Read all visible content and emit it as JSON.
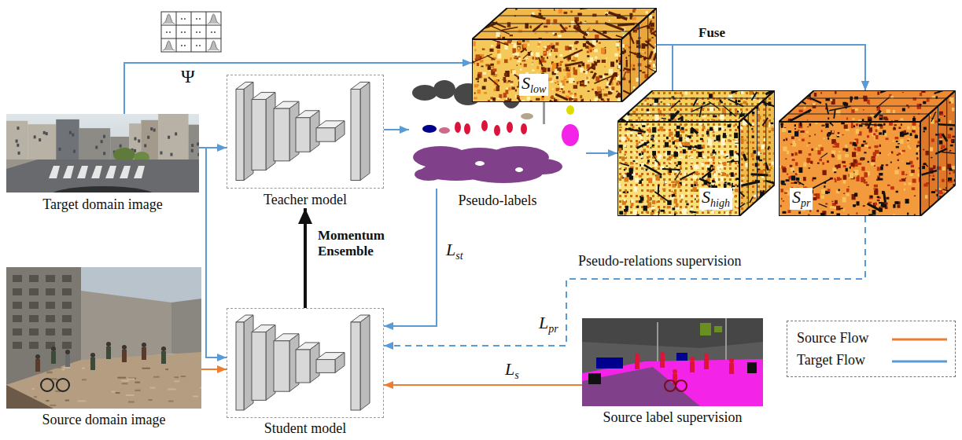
{
  "diagram": {
    "nodes": [
      {
        "text": [
          "Target domain image"
        ]
      },
      {
        "text": [
          "Teacher model"
        ]
      },
      {
        "text": [
          "Pseudo-labels"
        ]
      },
      {
        "text": [
          "Slow"
        ]
      },
      {
        "text": [
          "Shigh"
        ]
      },
      {
        "text": [
          "Spr"
        ]
      },
      {
        "text": [
          "Source domain image"
        ]
      },
      {
        "text": [
          "Student model"
        ]
      },
      {
        "text": [
          "Source label supervision"
        ]
      }
    ],
    "edges": [
      {
        "from": 0,
        "to": 1,
        "arrow": "to"
      },
      {
        "from": 0,
        "to": 7,
        "arrow": "to"
      },
      {
        "from": 6,
        "to": 7,
        "arrow": "to"
      },
      {
        "from": 0,
        "to": 3,
        "label": "Ψ",
        "arrow": "to"
      },
      {
        "from": 1,
        "to": 2,
        "arrow": "to"
      },
      {
        "from": 2,
        "to": 4,
        "arrow": "to"
      },
      {
        "from": 3,
        "to": 5,
        "label": "Fuse",
        "arrow": "to"
      },
      {
        "from": 4,
        "to": 5,
        "arrow": "to"
      },
      {
        "from": 2,
        "to": 7,
        "label": "Lst",
        "arrow": "to"
      },
      {
        "from": 5,
        "to": 7,
        "label": "Lpr",
        "arrow": "to"
      },
      {
        "from": 8,
        "to": 7,
        "label": "Ls",
        "arrow": "to"
      },
      {
        "from": 7,
        "to": 1,
        "label": "Momentum Ensemble",
        "arrow": "to"
      }
    ],
    "labels": [
      "Pseudo-relations supervision"
    ],
    "legend": [
      {
        "text": "Source Flow"
      },
      {
        "text": "Target Flow"
      }
    ]
  }
}
